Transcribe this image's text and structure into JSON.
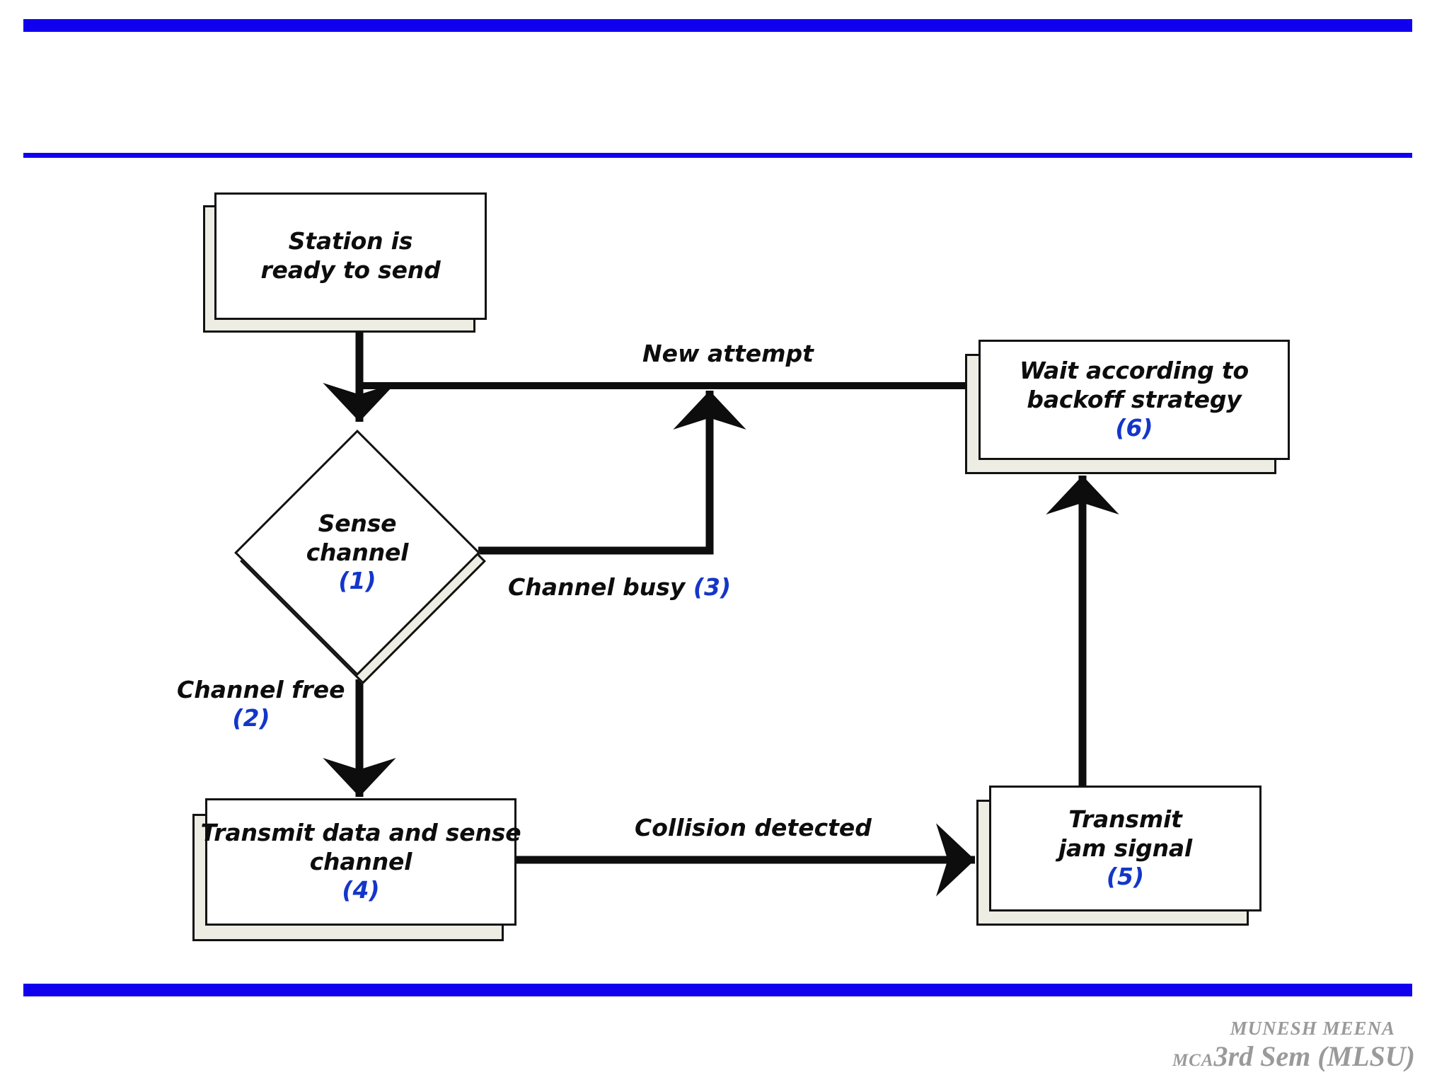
{
  "meta": {
    "title": "CSMA/CD flowchart",
    "accent_blue": "#1100EE",
    "number_blue": "#1436C8",
    "shape_fill": "#FFFFFF",
    "shadow_fill": "#EDEDE4",
    "outline": "#121212"
  },
  "nodes": {
    "station": {
      "line1": "Station is",
      "line2": "ready to send"
    },
    "sense": {
      "line1": "Sense",
      "line2": "channel",
      "number": "(1)"
    },
    "transmit_data": {
      "line1": "Transmit data and sense",
      "line2": "channel",
      "number": "(4)"
    },
    "wait": {
      "line1": "Wait according to",
      "line2": "backoff strategy",
      "number": "(6)"
    },
    "jam": {
      "line1": "Transmit",
      "line2": "jam signal",
      "number": "(5)"
    }
  },
  "edges": {
    "new_attempt": "New attempt",
    "channel_busy": {
      "text": "Channel busy",
      "number": "(3)"
    },
    "channel_free": {
      "text": "Channel free",
      "number": "(2)"
    },
    "collision_detected": "Collision detected"
  },
  "credit": {
    "name": "MUNESH   MEENA",
    "prefix": "MCA",
    "course": "3rd Sem (MLSU)"
  }
}
